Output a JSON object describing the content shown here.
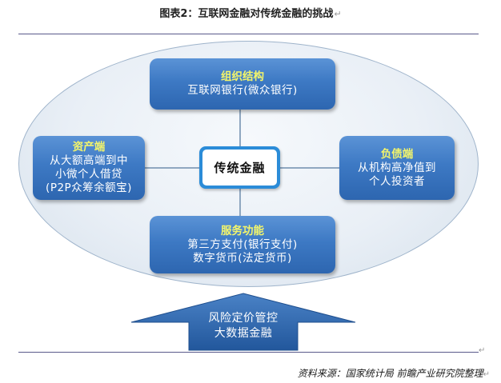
{
  "figure": {
    "title": "图表2：互联网金融对传统金融的挑战",
    "paragraph_mark": "↵"
  },
  "diagram": {
    "center": {
      "label": "传统金融"
    },
    "top": {
      "heading": "组织结构",
      "lines": [
        "互联网银行(微众银行)"
      ]
    },
    "left": {
      "heading": "资产端",
      "lines": [
        "从大额高端到中",
        "小微个人借贷",
        "(P2P众筹余额宝)"
      ]
    },
    "right": {
      "heading": "负债端",
      "lines": [
        "从机构高净值到",
        "个人投资者"
      ]
    },
    "bottom": {
      "heading": "服务功能",
      "lines": [
        "第三方支付(银行支付)",
        "数字货币(法定货币)"
      ]
    },
    "arrow": {
      "lines": [
        "风险定价管控",
        "大数据金融"
      ]
    }
  },
  "source": {
    "text": "资料来源：国家统计局 前瞻产业研究院整理"
  },
  "colors": {
    "box_fill": "#3d79c4",
    "heading_text": "#f3f56b",
    "center_border": "#2b8cd8",
    "arrow_fill": "#2f63a8",
    "ellipse_fill": "#e9eff6"
  }
}
